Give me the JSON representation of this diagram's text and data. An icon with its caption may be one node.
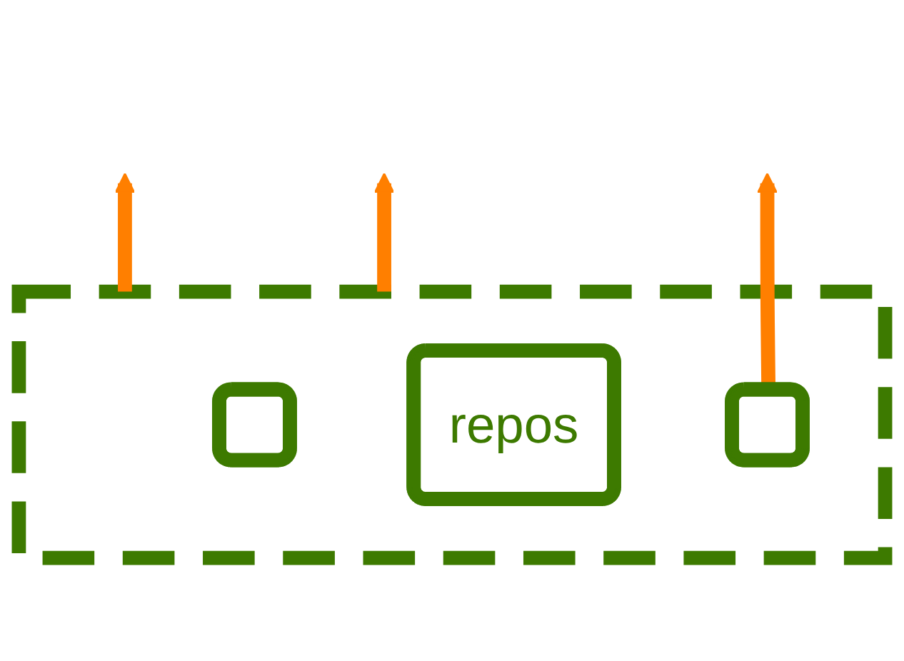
{
  "diagram": {
    "nodes": [
      {
        "text": [],
        "shape": "box"
      },
      {
        "text": [],
        "shape": "box",
        "in": 0
      },
      {
        "text": [
          "repos"
        ],
        "in": 0
      },
      {
        "text": [],
        "shape": "box",
        "in": 0
      }
    ],
    "edges": [
      {
        "from": 0,
        "to": null,
        "arrow": "to",
        "color": "#ff7f00"
      },
      {
        "from": 0,
        "to": null,
        "arrow": "to",
        "color": "#ff7f00"
      },
      {
        "from": 3,
        "to": null,
        "arrow": "to",
        "color": "#ff7f00"
      }
    ]
  }
}
